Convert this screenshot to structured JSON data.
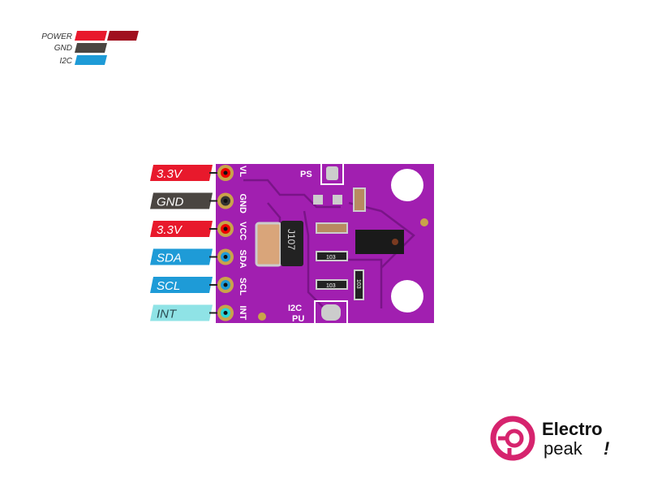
{
  "legend": [
    {
      "label": "POWER",
      "color": "#e8192c",
      "color2": "#a0101f"
    },
    {
      "label": "GND",
      "color": "#4a4541"
    },
    {
      "label": "I2C",
      "color": "#1e9bd7"
    }
  ],
  "pins": [
    {
      "label": "3.3V",
      "silk": "VL",
      "color": "#e8192c",
      "core": "#e00"
    },
    {
      "label": "GND",
      "silk": "GND",
      "color": "#4a4541",
      "core": "#333"
    },
    {
      "label": "3.3V",
      "silk": "VCC",
      "color": "#e8192c",
      "core": "#e00"
    },
    {
      "label": "SDA",
      "silk": "SDA",
      "color": "#1e9bd7",
      "core": "#1e9bd7"
    },
    {
      "label": "SCL",
      "silk": "SCL",
      "color": "#1e9bd7",
      "core": "#1e9bd7"
    },
    {
      "label": "INT",
      "silk": "INT",
      "color": "#8fe3e6",
      "core": "#2cd6d6",
      "text_color": "#2a4a50"
    }
  ],
  "board": {
    "color": "#a11fb0",
    "ps_label": "PS",
    "i2c_label": "I2C",
    "pu_label": "PU",
    "regulator_label": "J107",
    "resistor_labels": [
      "103",
      "103",
      "103"
    ]
  },
  "brand": {
    "line1": "Electro",
    "line2": "peak",
    "mark": "!",
    "color": "#d6246e"
  }
}
